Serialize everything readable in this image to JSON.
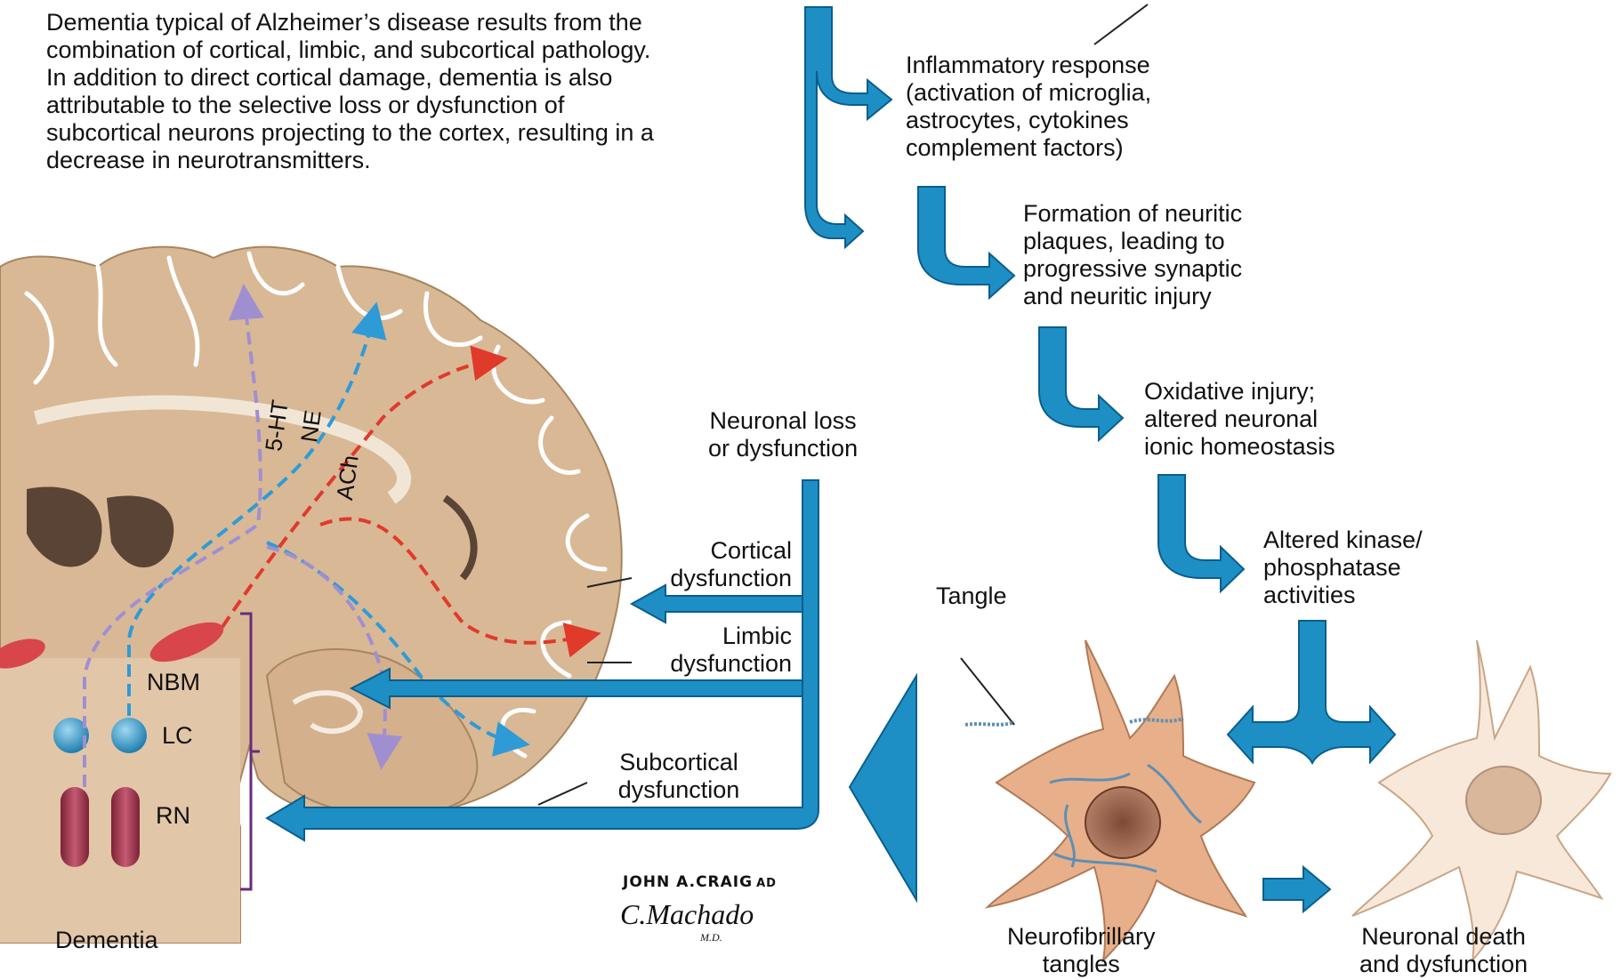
{
  "intro": {
    "line1": "Dementia typical of Alzheimer’s disease results from the combination of cortical, limbic, and subcortical pathology.",
    "line2": "In addition to direct cortical damage, dementia is also attributable to the selective loss or dysfunction of subcortical neurons projecting to the cortex, resulting in a decrease in neurotransmitters."
  },
  "cascade": {
    "inflammatory": "Inflammatory response\n(activation of microglia,\nastrocytes, cytokines\ncomplement factors)",
    "plaques": "Formation of neuritic\nplaques, leading to\nprogressive synaptic\nand neuritic injury",
    "oxidative": "Oxidative injury;\naltered neuronal\nionic homeostasis",
    "kinase": "Altered kinase/\nphosphatase\nactivities"
  },
  "neuronal_loss": "Neuronal loss\nor dysfunction",
  "dysfunction": {
    "cortical": "Cortical\ndysfunction",
    "limbic": "Limbic\ndysfunction",
    "subcortical": "Subcortical\ndysfunction"
  },
  "brain_labels": {
    "ht5": "5-HT",
    "ne": "NE",
    "ach": "ACh",
    "nbm": "NBM",
    "lc": "LC",
    "rn": "RN"
  },
  "tangle": "Tangle",
  "neurofibrillary": "Neurofibrillary\ntangles",
  "neuronal_death": "Neuronal death\nand dysfunction",
  "dementia": "Dementia",
  "signature": {
    "artist": "JOHN A.CRAIG",
    "ad": "AD",
    "machado": "C.Machado",
    "md": "M.D."
  },
  "colors": {
    "arrow_blue": "#1E8FC5",
    "arrow_outline": "#0A5E8C",
    "ach_red": "#E03A2A",
    "ne_blue": "#2E9BD6",
    "ht_purple": "#A08FD0",
    "brain_tan": "#D9B896",
    "neuron_tan": "#E7B08A"
  }
}
